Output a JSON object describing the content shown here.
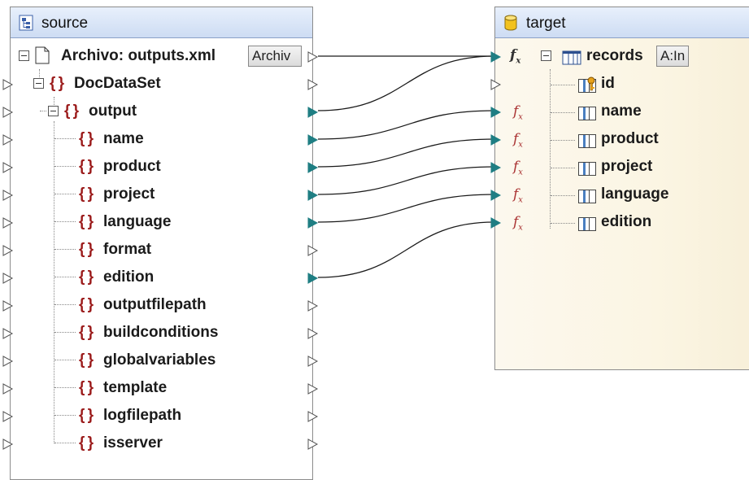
{
  "source": {
    "title": "source",
    "file_label": "Archivo: outputs.xml",
    "file_button": "Archiv",
    "tree": [
      {
        "label": "DocDataSet"
      },
      {
        "label": "output"
      },
      {
        "label": "name"
      },
      {
        "label": "product"
      },
      {
        "label": "project"
      },
      {
        "label": "language"
      },
      {
        "label": "format"
      },
      {
        "label": "edition"
      },
      {
        "label": "outputfilepath"
      },
      {
        "label": "buildconditions"
      },
      {
        "label": "globalvariables"
      },
      {
        "label": "template"
      },
      {
        "label": "logfilepath"
      },
      {
        "label": "isserver"
      }
    ]
  },
  "target": {
    "title": "target",
    "records_label": "records",
    "records_button": "A:In",
    "fields": [
      {
        "label": "id"
      },
      {
        "label": "name"
      },
      {
        "label": "product"
      },
      {
        "label": "project"
      },
      {
        "label": "language"
      },
      {
        "label": "edition"
      }
    ]
  },
  "colors": {
    "header_top": "#e8f0fc",
    "header_bottom": "#cddcf3",
    "element_braces": "#9b1b1b",
    "connected_port": "#1f7e83",
    "function_icon": "#aa3333",
    "target_bg": "#fbf5e3"
  }
}
